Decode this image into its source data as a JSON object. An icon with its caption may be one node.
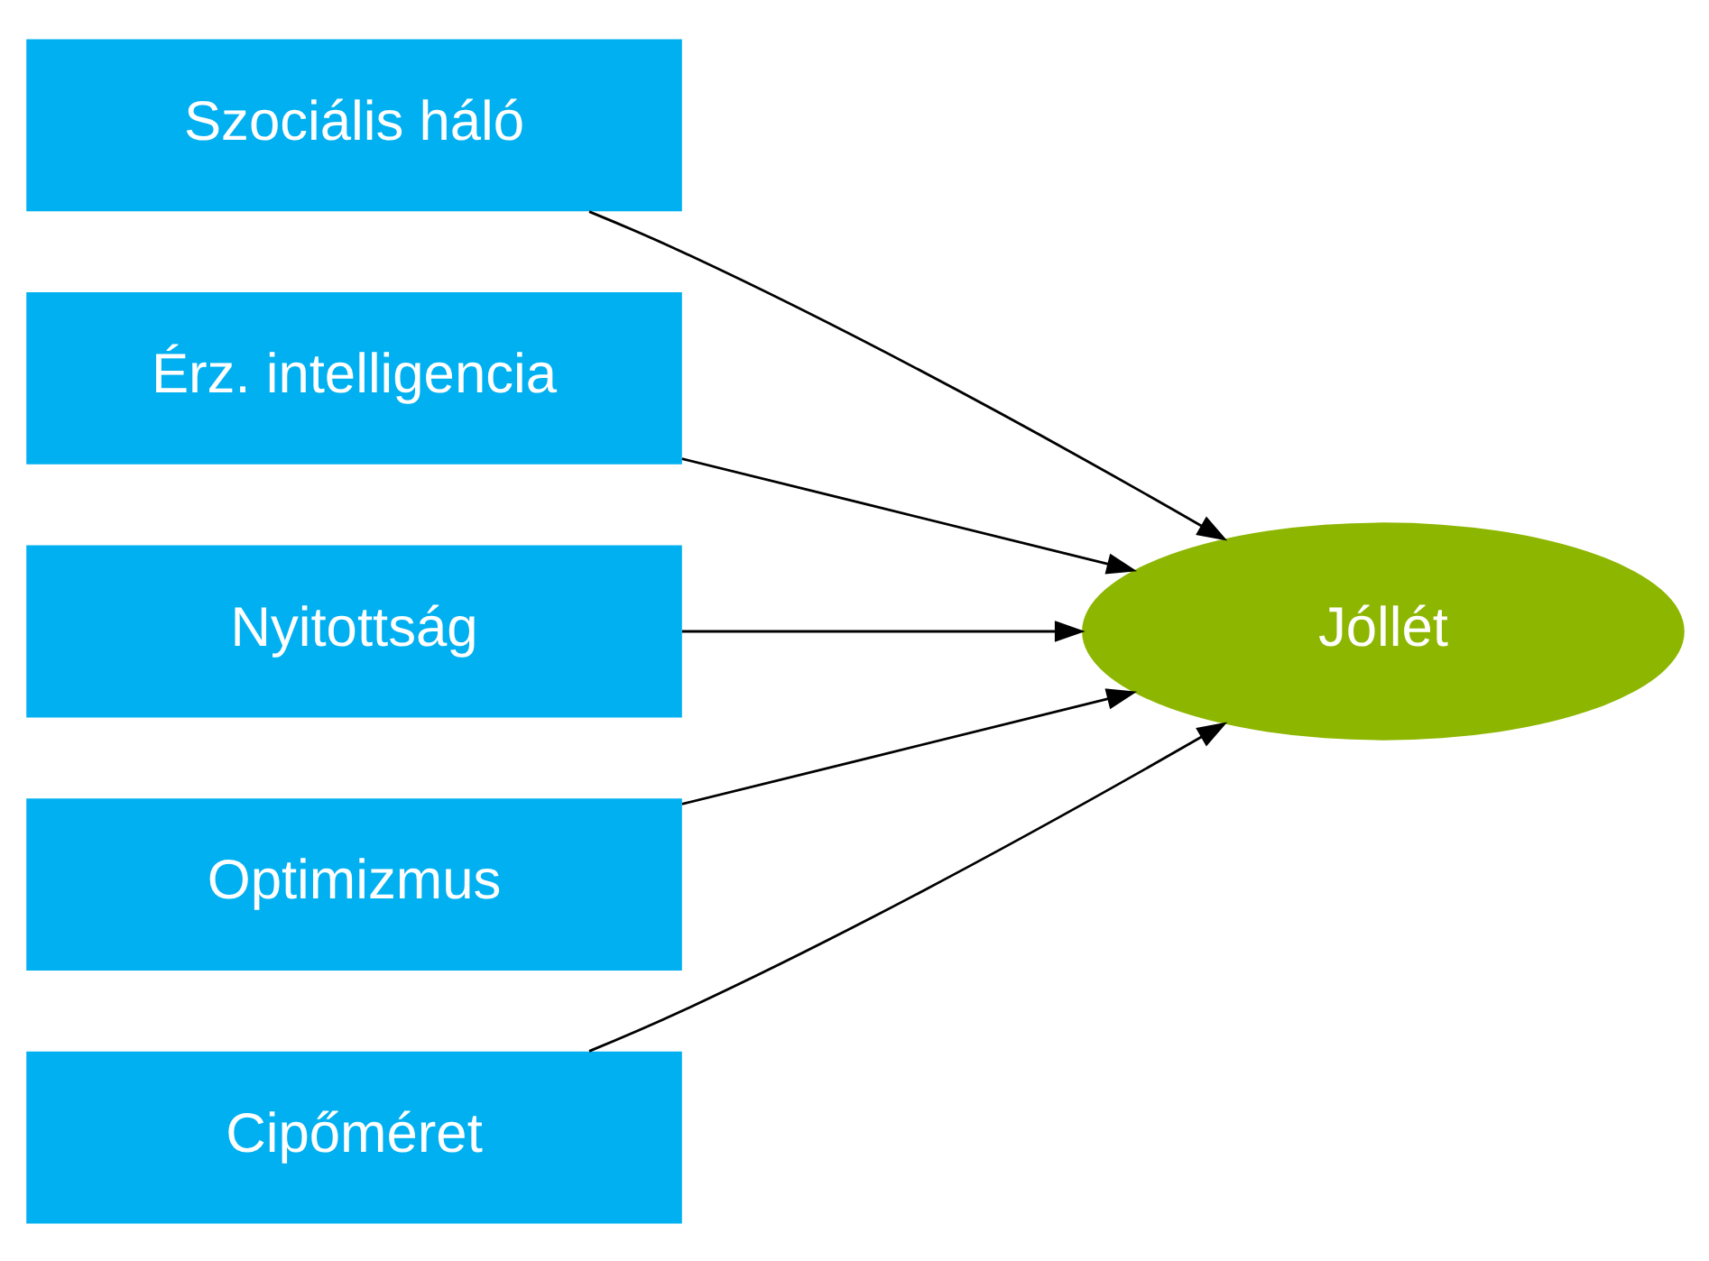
{
  "diagram": {
    "nodes": [
      {
        "text": [
          "Szociális háló"
        ]
      },
      {
        "text": [
          "Érz. intelligencia"
        ]
      },
      {
        "text": [
          "Nyitottság"
        ]
      },
      {
        "text": [
          "Optimizmus"
        ]
      },
      {
        "text": [
          "Cipőméret"
        ]
      },
      {
        "text": [
          "Jóllét"
        ]
      }
    ],
    "edges": [
      {
        "from": 0,
        "to": 5,
        "arrow": "to"
      },
      {
        "from": 1,
        "to": 5,
        "arrow": "to"
      },
      {
        "from": 2,
        "to": 5,
        "arrow": "to"
      },
      {
        "from": 3,
        "to": 5,
        "arrow": "to"
      },
      {
        "from": 4,
        "to": 5,
        "arrow": "to"
      }
    ]
  }
}
